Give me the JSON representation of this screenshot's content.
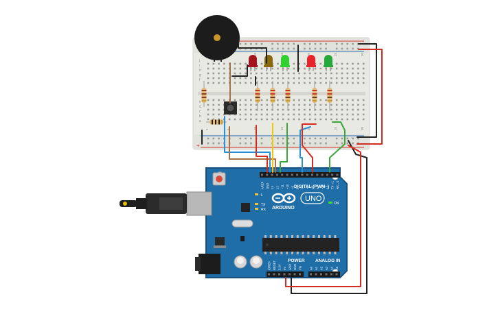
{
  "board": {
    "brand": "ARDUINO",
    "model": "UNO",
    "on_label": "ON",
    "digital_header": "DIGITAL (PWM~)",
    "power_header": "POWER",
    "analog_header": "ANALOG IN",
    "tx_label": "TX",
    "rx_label": "RX",
    "l_label": "L",
    "digital_pins": [
      "AREF",
      "GND",
      "13",
      "12",
      "~11",
      "~10",
      "~9",
      "8",
      "7",
      "~6",
      "~5",
      "4",
      "~3",
      "2",
      "TX→1",
      "RX←0"
    ],
    "power_pins": [
      "IOREF",
      "RESET",
      "3.3V",
      "5V",
      "GND",
      "GND",
      "Vin"
    ],
    "analog_pins": [
      "A0",
      "A1",
      "A2",
      "A3",
      "A4",
      "A5"
    ]
  },
  "breadboard": {
    "row_letters": [
      "j",
      "i",
      "h",
      "g",
      "f",
      "e",
      "d",
      "c",
      "b",
      "a"
    ],
    "column_numbers": [
      "1",
      "2",
      "3",
      "4",
      "5",
      "6",
      "7",
      "8",
      "9",
      "10",
      "11",
      "12",
      "13",
      "14",
      "15",
      "16",
      "17",
      "18",
      "19",
      "20",
      "21",
      "22",
      "23",
      "24",
      "25",
      "26",
      "27",
      "28",
      "29",
      "30"
    ]
  },
  "components": {
    "leds": [
      {
        "color": "#a3151c"
      },
      {
        "color": "#8a6a0a"
      },
      {
        "color": "#2ed12e"
      },
      {
        "color": "#e8232a"
      },
      {
        "color": "#27a83a"
      }
    ]
  },
  "colors": {
    "board_blue": "#1f6ea8",
    "board_edge": "#17507c",
    "breadboard": "#e9e9e4",
    "rail_red": "#d9302b",
    "rail_blue": "#2a6fbd",
    "wire_red": "#d42a1f",
    "wire_black": "#222222",
    "wire_blue": "#2b8fd6",
    "wire_yellow": "#f1c40f",
    "wire_green": "#3aa63a",
    "wire_orange": "#c8771d",
    "wire_brown": "#a8704a",
    "buzzer": "#1c1c1c",
    "chip": "#232323"
  }
}
